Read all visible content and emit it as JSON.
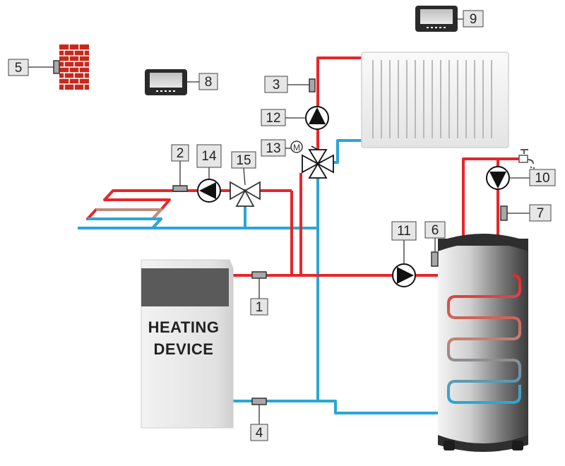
{
  "diagram": {
    "title": "",
    "heating_device": {
      "line1": "HEATING",
      "line2": "DEVICE"
    },
    "colors": {
      "supply_pipe": "#e8262a",
      "return_pipe": "#2aa6d6",
      "floor_loop_mid": "#c08a7a",
      "boiler_body": "#e3e3e3",
      "tank_body": "#7a7a7a",
      "wall_brick": "#c8281c",
      "label_box": "#e6e6e6"
    },
    "labels": {
      "sensor_boiler_supply": "1",
      "sensor_floor_heating": "2",
      "sensor_radiator_circuit": "3",
      "sensor_boiler_return": "4",
      "sensor_outdoor": "5",
      "sensor_dhw_tank": "6",
      "sensor_dhw_circulation": "7",
      "room_panel_1": "8",
      "room_panel_2": "9",
      "pump_dhw_circulation": "10",
      "pump_dhw_loading": "11",
      "pump_radiator": "12",
      "mixing_valve_actuator": "13",
      "pump_floor_heating": "14",
      "three_way_valve": "15"
    },
    "actuator_symbol": "M"
  }
}
